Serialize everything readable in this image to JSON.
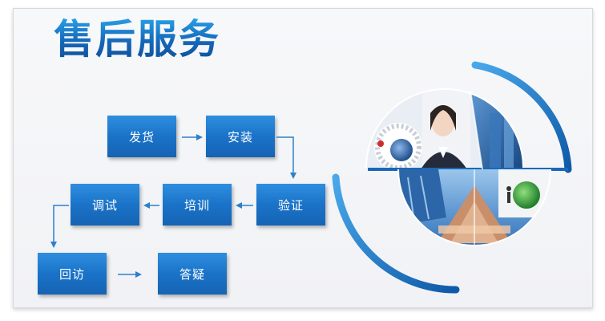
{
  "title": "售后服务",
  "steps": {
    "ship": "发货",
    "install": "安装",
    "verify": "验证",
    "train": "培训",
    "debug": "调试",
    "revisit": "回访",
    "answer": "答疑"
  },
  "colors": {
    "accent": "#1a73c8",
    "title": "#1567b8",
    "arrow": "#2f7fc9"
  }
}
